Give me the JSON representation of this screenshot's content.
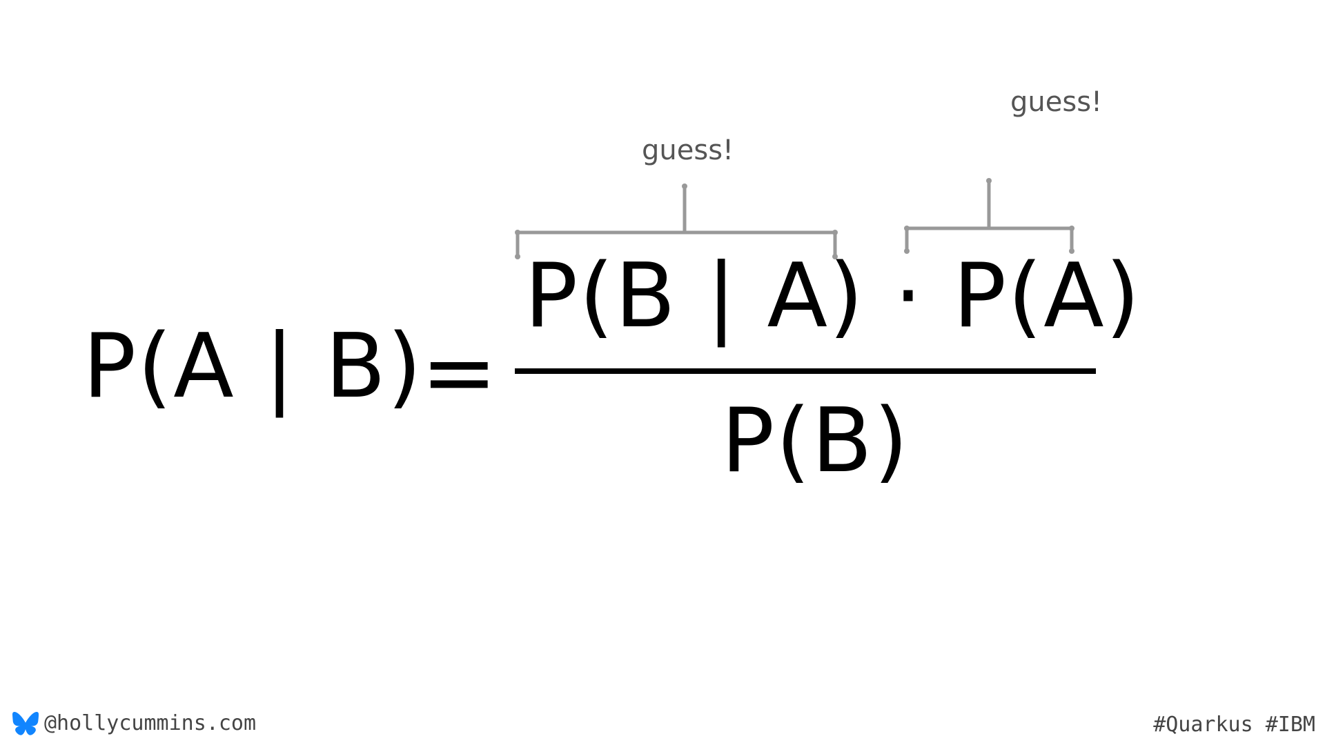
{
  "formula": {
    "lhs": "P(A | B)",
    "equals": "=",
    "numerator": "P(B | A) · P(A)",
    "denominator": "P(B)"
  },
  "annotations": {
    "guess_likelihood": "guess!",
    "guess_prior": "guess!"
  },
  "footer": {
    "icon": "butterfly-icon",
    "icon_color": "#1185FE",
    "handle": "@hollycummins.com",
    "hashtags": "#Quarkus #IBM"
  },
  "colors": {
    "text": "#000000",
    "annotation": "#555555",
    "bracket": "#999999"
  }
}
